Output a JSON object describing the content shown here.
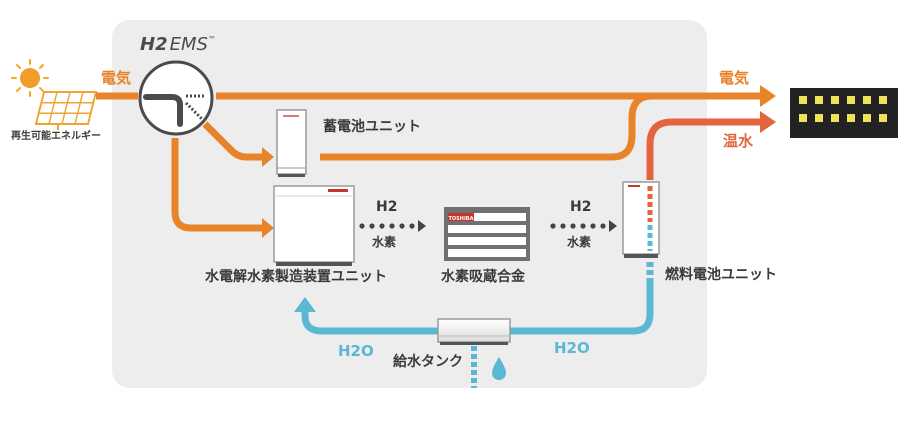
{
  "system_brand": {
    "h2": "H2",
    "ems": "EMS",
    "tm": "™"
  },
  "colors": {
    "electricity": "#e8832a",
    "hot_water": "#e2653d",
    "water": "#5ab8d4",
    "panel": "#ededed",
    "text": "#3a3a3a"
  },
  "labels": {
    "renewable_energy": "再生可能エネルギー",
    "electricity_in": "電気",
    "electricity_out": "電気",
    "hot_water": "温水",
    "battery_unit": "蓄電池ユニット",
    "electrolysis_unit": "水電解水素製造装置ユニット",
    "hydrogen_alloy": "水素吸蔵合金",
    "fuel_cell_unit": "燃料電池ユニット",
    "water_tank": "給水タンク",
    "h2_left_formula": "H2",
    "h2_left_name": "水素",
    "h2_right_formula": "H2",
    "h2_right_name": "水素",
    "h2o_left": "H2O",
    "h2o_right": "H2O",
    "toshiba_logo": "TOSHIBA"
  }
}
